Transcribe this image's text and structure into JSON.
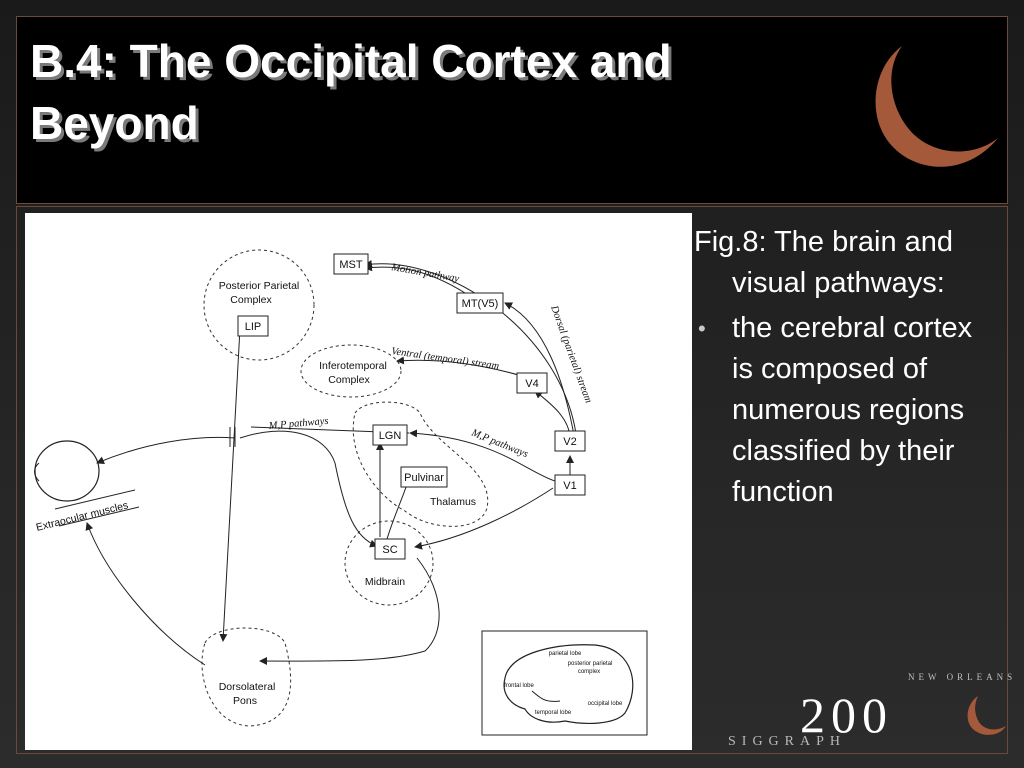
{
  "slide": {
    "title": "B.4: The Occipital Cortex and\nBeyond",
    "caption": "Fig.8: The brain and visual pathways:",
    "bullet": "the cerebral cortex is composed of numerous regions classified by their function"
  },
  "colors": {
    "accent": "#a3593a",
    "background": "#1e1e1e",
    "title_panel": "#000000",
    "text": "#ffffff"
  },
  "diagram": {
    "nodes": {
      "mst": "MST",
      "mt": "MT(V5)",
      "lip": "LIP",
      "v4": "V4",
      "v2": "V2",
      "v1": "V1",
      "lgn": "LGN",
      "pulvinar": "Pulvinar",
      "sc": "SC"
    },
    "regions": {
      "posterior_parietal_1": "Posterior Parietal",
      "posterior_parietal_2": "Complex",
      "inferotemporal_1": "Inferotemporal",
      "inferotemporal_2": "Complex",
      "thalamus": "Thalamus",
      "midbrain": "Midbrain",
      "dorsolateral_1": "Dorsolateral",
      "dorsolateral_2": "Pons"
    },
    "pathway_labels": {
      "motion": "Motion pathway",
      "dorsal": "Dorsal (parietal) stream",
      "ventral": "Ventral (temporal) stream",
      "mp_left": "M,P pathways",
      "mp_right": "M,P pathways",
      "extraocular": "Extraocular muscles"
    },
    "inset": {
      "parietal": "parietal lobe",
      "posterior_parietal_1": "posterior parietal",
      "posterior_parietal_2": "complex",
      "frontal": "frontal lobe",
      "occipital": "occipital lobe",
      "temporal": "temporal lobe"
    }
  },
  "logo": {
    "year": "200",
    "city": "NEW ORLEANS",
    "org": "SIGGRAPH"
  }
}
